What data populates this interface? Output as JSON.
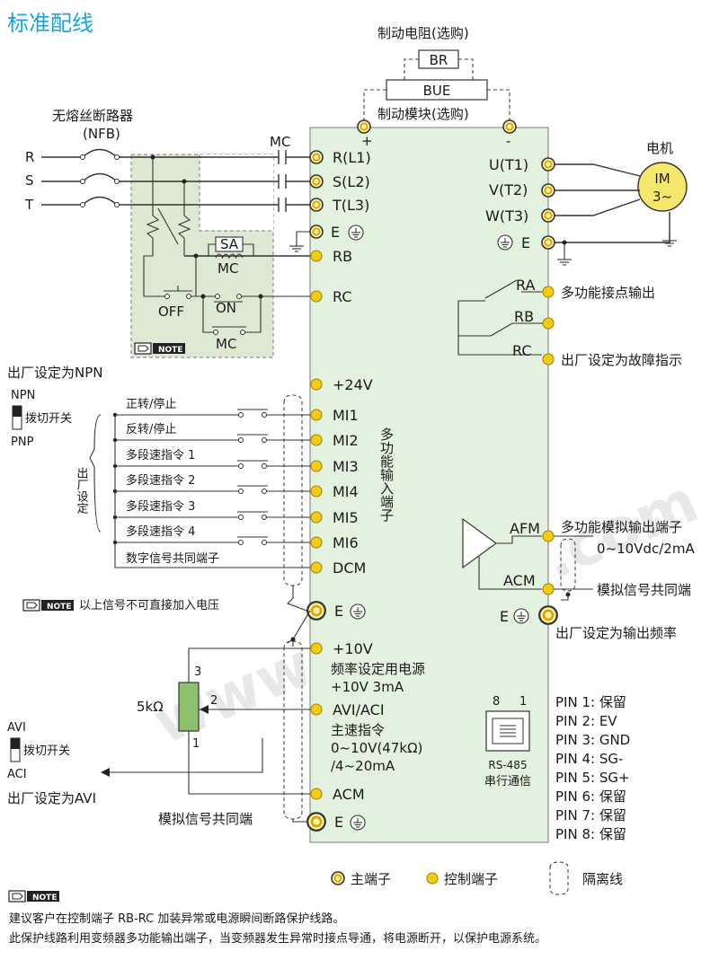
{
  "title": "标准配线",
  "brake": {
    "resistor_caption": "制动电阻(选购)",
    "resistor_label": "BR",
    "module_label": "BUE",
    "module_caption": "制动模块(选购)",
    "plus": "+",
    "minus": "-"
  },
  "breaker": {
    "caption_line1": "无熔丝断路器",
    "caption_line2": "(NFB)"
  },
  "mc_label": "MC",
  "phases": [
    "R",
    "S",
    "T"
  ],
  "main_inputs": [
    "R(L1)",
    "S(L2)",
    "T(L3)"
  ],
  "ground_label": "E",
  "rb_label": "RB",
  "rc_label": "RC",
  "sa_label": "SA",
  "mc_coil_label": "MC",
  "off_label": "OFF",
  "on_label": "ON",
  "mc_contact_label": "MC",
  "note_badge": "NOTE",
  "motor": {
    "caption": "电机",
    "label_line1": "IM",
    "label_line2": "3~"
  },
  "outputs": [
    "U(T1)",
    "V(T2)",
    "W(T3)"
  ],
  "relay": {
    "ra": "RA",
    "rb": "RB",
    "rc": "RC",
    "desc": "多功能接点输出",
    "factory_desc": "出厂设定为故障指示"
  },
  "npn": {
    "factory": "出厂设定为NPN",
    "npn": "NPN",
    "pnp": "PNP",
    "switch": "拨切开关",
    "factory_vertical": "出厂设定"
  },
  "plus24": "+24V",
  "digital_inputs": [
    {
      "terminal": "MI1",
      "desc": "正转/停止"
    },
    {
      "terminal": "MI2",
      "desc": "反转/停止"
    },
    {
      "terminal": "MI3",
      "desc": "多段速指令 1"
    },
    {
      "terminal": "MI4",
      "desc": "多段速指令 2"
    },
    {
      "terminal": "MI5",
      "desc": "多段速指令 3"
    },
    {
      "terminal": "MI6",
      "desc": "多段速指令 4"
    }
  ],
  "dcm": {
    "terminal": "DCM",
    "desc": "数字信号共同端子"
  },
  "mi_group_label": "多功能输入端子",
  "note_voltage": "以上信号不可直接加入电压",
  "afm": {
    "terminal": "AFM",
    "acm": "ACM",
    "desc": "多功能模拟输出端子",
    "range": "0~10Vdc/2mA",
    "common": "模拟信号共同端",
    "factory": "出厂设定为输出频率"
  },
  "analog": {
    "plus10": "+10V",
    "plus10_desc1": "频率设定用电源",
    "plus10_desc2": "+10V 3mA",
    "avi": "AVI/ACI",
    "avi_desc1": "主速指令",
    "avi_desc2": "0~10V(47kΩ)",
    "avi_desc3": "/4~20mA",
    "acm": "ACM",
    "pot": "5kΩ",
    "pin3": "3",
    "pin2": "2",
    "pin1": "1",
    "avi_sw": "AVI",
    "aci_sw": "ACI",
    "switch": "拨切开关",
    "factory": "出厂设定为AVI",
    "common": "模拟信号共同端"
  },
  "rs485": {
    "pin8": "8",
    "pin1": "1",
    "label1": "RS-485",
    "label2": "串行通信"
  },
  "pins": [
    "PIN 1: 保留",
    "PIN 2: EV",
    "PIN 3: GND",
    "PIN 4: SG-",
    "PIN 5: SG+",
    "PIN 6: 保留",
    "PIN 7: 保留",
    "PIN 8: 保留"
  ],
  "legend": {
    "main": "主端子",
    "control": "控制端子",
    "shield": "隔离线"
  },
  "footer_note1": "建议客户在控制端子 RB-RC 加装异常或电源瞬间断路保护线路。",
  "footer_note2": "此保护线路利用变频器多功能输出端子，当变频器发生异常时接点导通，将电源断开，以保护电源系统。",
  "watermark": "www.zkh360.com",
  "colors": {
    "title": "#1aa3e2",
    "panel": "#e3f1df",
    "main_terminal": "#e0a400",
    "control_terminal": "#f2cd14"
  }
}
